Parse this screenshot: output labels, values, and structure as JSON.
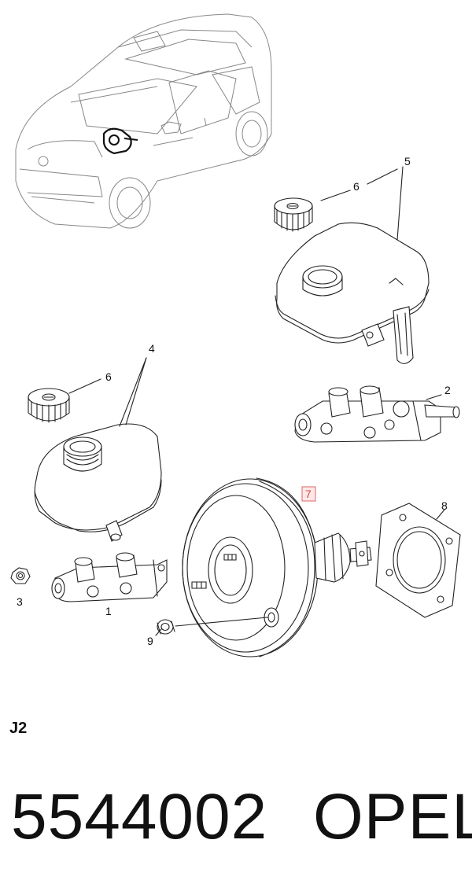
{
  "callouts": {
    "c1": "1",
    "c2": "2",
    "c3": "3",
    "c4": "4",
    "c5": "5",
    "c6a": "6",
    "c6b": "6",
    "c7": "7",
    "c8": "8",
    "c9": "9"
  },
  "highlight_color": "#e06666",
  "section_code": "J2",
  "part_number": "5544002",
  "brand": "OPEL"
}
